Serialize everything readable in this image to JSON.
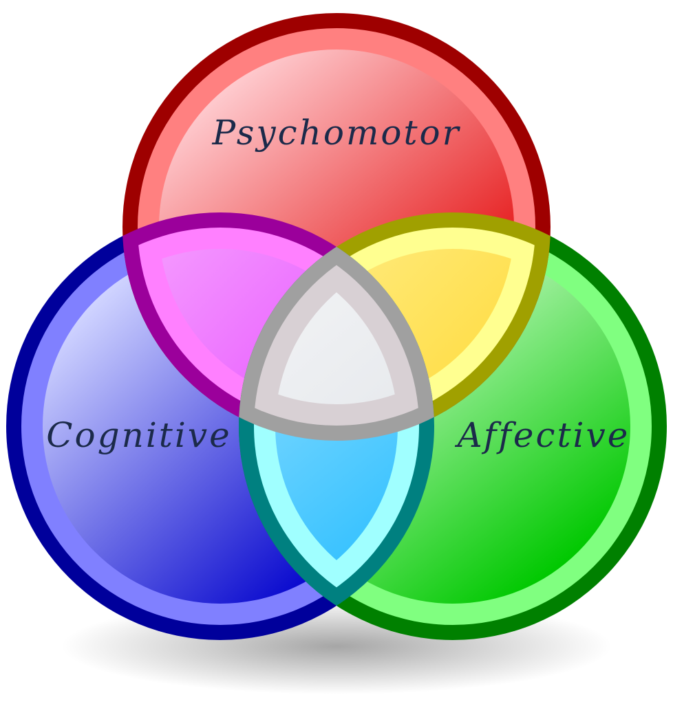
{
  "diagram": {
    "type": "venn",
    "sets": [
      {
        "id": "psychomotor",
        "label": "Psychomotor",
        "fill_light": "#ffd2d6",
        "fill_dark": "#e20000",
        "ring": "#ff8080",
        "outline": "#9e0000"
      },
      {
        "id": "cognitive",
        "label": "Cognitive",
        "fill_light": "#cfd3ff",
        "fill_dark": "#0000cc",
        "ring": "#8080ff",
        "outline": "#00009b"
      },
      {
        "id": "affective",
        "label": "Affective",
        "fill_light": "#dfffdc",
        "fill_dark": "#00c800",
        "ring": "#80ff80",
        "outline": "#008000"
      }
    ],
    "intersections": [
      {
        "id": "psychomotor-cognitive",
        "fill_light": "#ffc8ff",
        "fill_dark": "#d400ff",
        "ring": "#ff80ff",
        "outline": "#9b009b"
      },
      {
        "id": "psychomotor-affective",
        "fill_light": "#ffffd0",
        "fill_dark": "#ffcc00",
        "ring": "#ffff90",
        "outline": "#a0a000"
      },
      {
        "id": "cognitive-affective",
        "fill_light": "#e0f8ff",
        "fill_dark": "#00b0ff",
        "ring": "#a0ffff",
        "outline": "#008080"
      },
      {
        "id": "all-three",
        "fill_light": "#ffffff",
        "fill_dark": "#d8dce2",
        "ring": "#d8d0d4",
        "outline": "#a0a0a0"
      }
    ],
    "label_color": "#1b2a4a"
  }
}
